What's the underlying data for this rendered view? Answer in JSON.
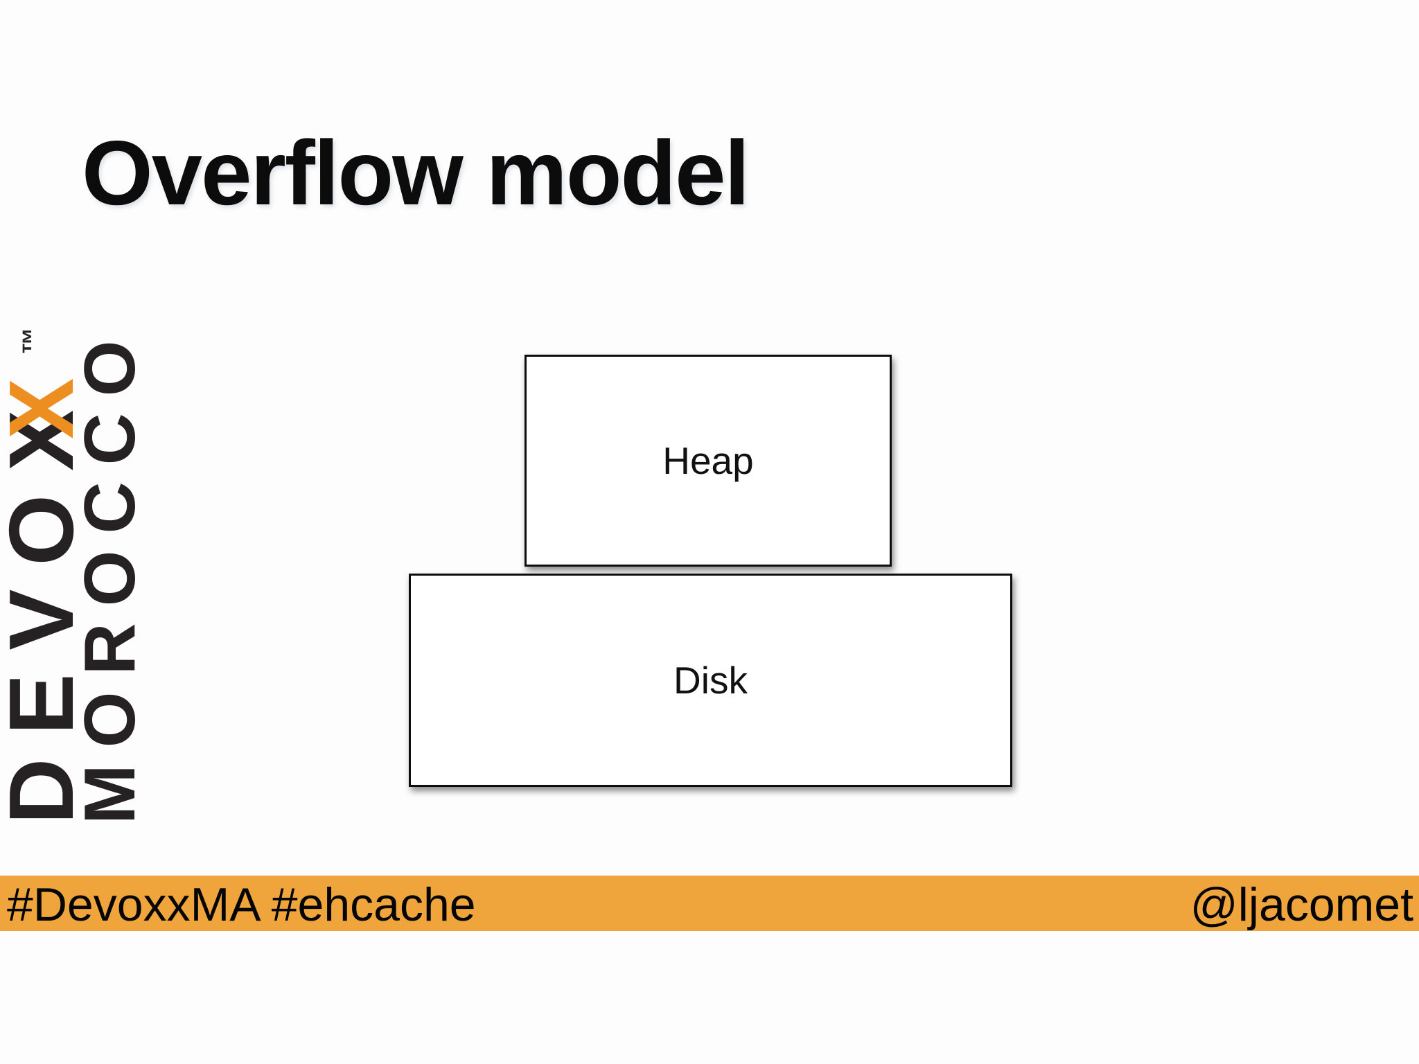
{
  "slide": {
    "title": "Overflow model"
  },
  "logo": {
    "name": "devoxx-morocco-logo",
    "devoxx_prefix": "DEVO",
    "devoxx_x_black": "X",
    "devoxx_x_orange": "X",
    "trademark": "™",
    "morocco": "MOROCCO",
    "black_color": "#262223",
    "orange_color": "#ED8E21"
  },
  "diagram": {
    "boxes": [
      {
        "label": "Heap"
      },
      {
        "label": "Disk"
      }
    ]
  },
  "footer": {
    "left_text": "#DevoxxMA #ehcache",
    "right_text": "@ljacomet",
    "bar_color": "#F0A53C",
    "text_color": "#050505"
  }
}
